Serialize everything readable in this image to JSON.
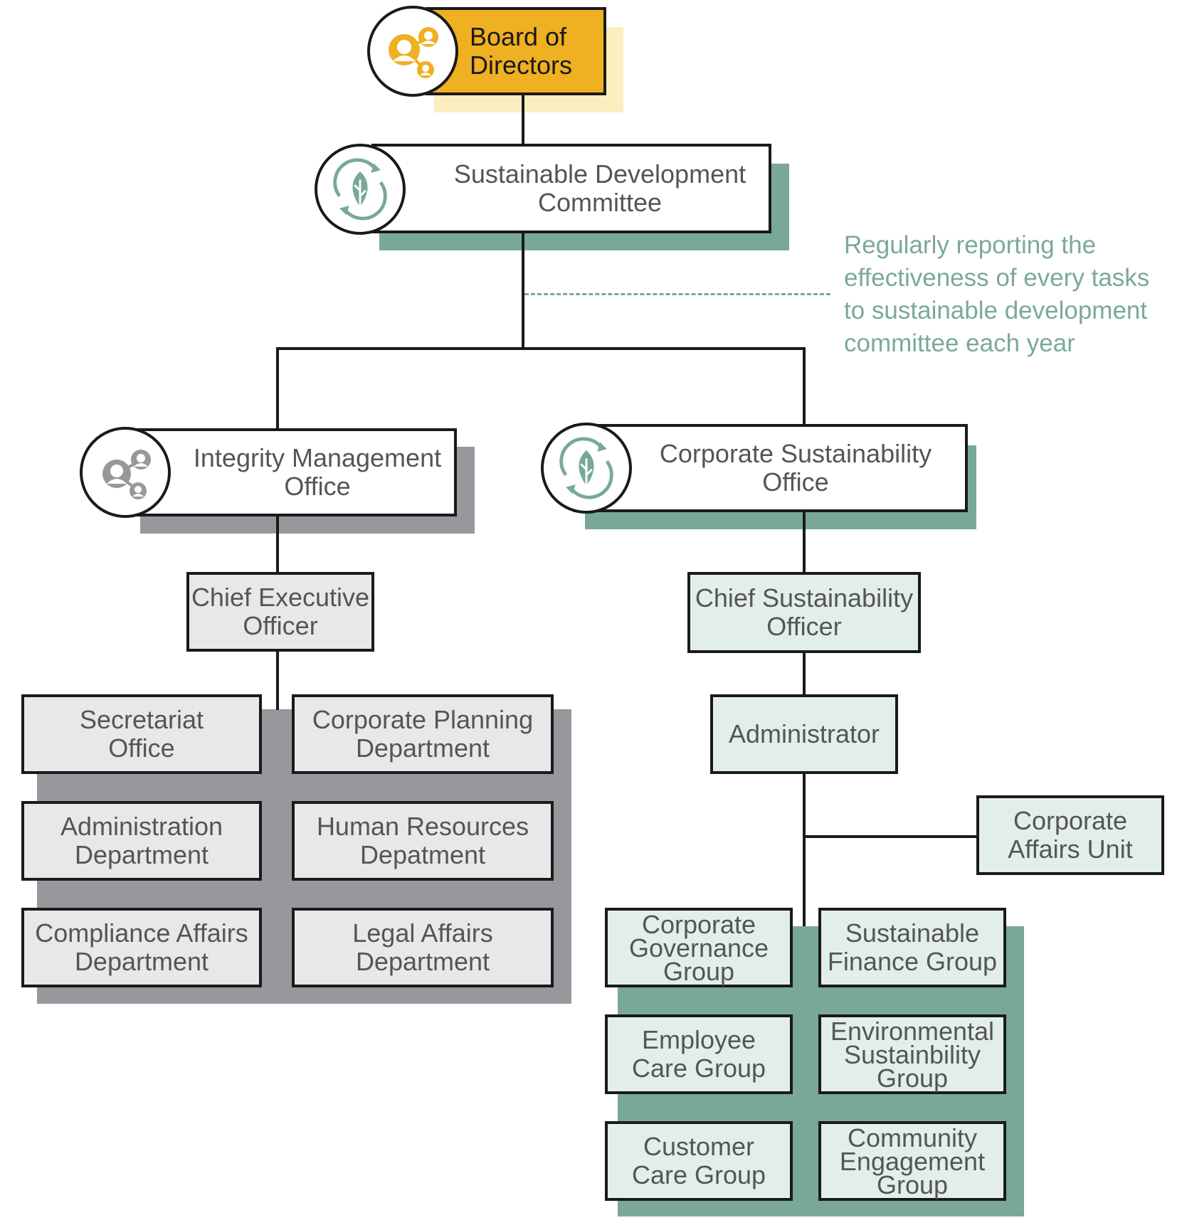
{
  "colors": {
    "board_fill": "#efb021",
    "board_shadow": "#fdeec0",
    "green_shadow": "#79a899",
    "grey_shadow": "#96989b",
    "grey_box": "#e7e8ea",
    "mint_box": "#e2efe9",
    "line": "#1a1a1a",
    "note_text": "#7aa99a",
    "node_text": "#555555"
  },
  "board": {
    "label": "Board of\nDirectors",
    "icon": "people-network-icon"
  },
  "committee": {
    "label": "Sustainable Development\nCommittee",
    "icon": "leaf-recycle-icon"
  },
  "note": {
    "text": "Regularly reporting the\neffectiveness of every tasks\nto sustainable development\ncommittee each year"
  },
  "integrity": {
    "label": "Integrity Management\nOffice",
    "icon": "people-network-icon",
    "head": "Chief Executive\nOfficer",
    "departments": [
      "Secretariat\nOffice",
      "Corporate Planning\nDepartment",
      "Administration\nDepartment",
      "Human Resources\nDepatment",
      "Compliance Affairs\nDepartment",
      "Legal Affairs\nDepartment"
    ]
  },
  "sustainability": {
    "label": "Corporate Sustainability\nOffice",
    "icon": "leaf-recycle-icon",
    "head": "Chief Sustainability\nOfficer",
    "administrator": "Administrator",
    "affairs_unit": "Corporate\nAffairs Unit",
    "groups": [
      "Corporate\nGovernance\nGroup",
      "Sustainable\nFinance Group",
      "Employee\nCare Group",
      "Environmental\nSustainbility\nGroup",
      "Customer\nCare Group",
      "Community\nEngagement\nGroup"
    ]
  }
}
